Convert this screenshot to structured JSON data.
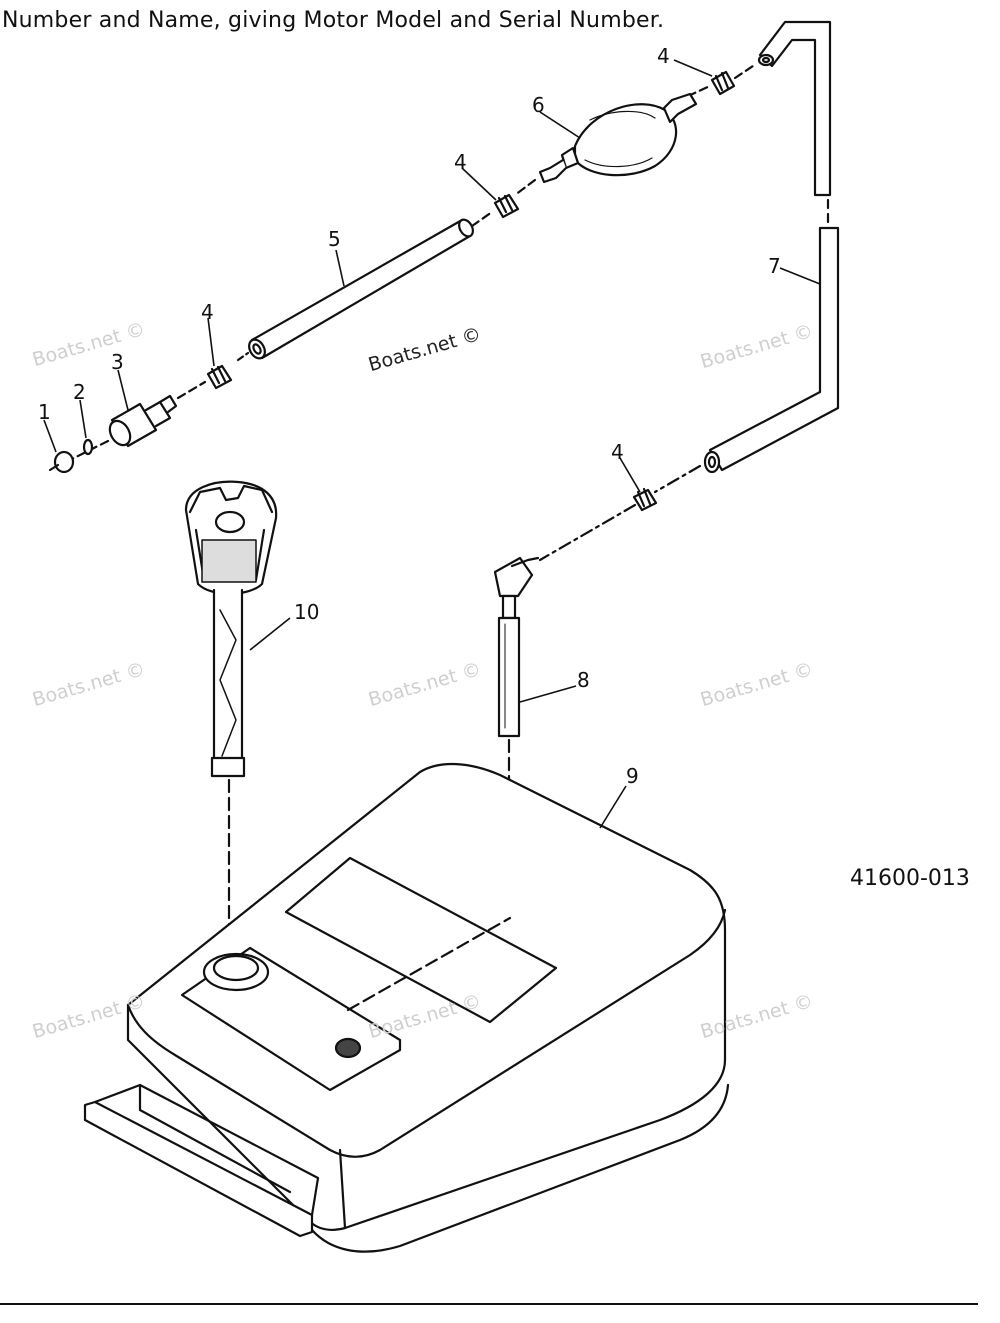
{
  "header": {
    "text": "Number and Name, giving Motor Model and Serial Number."
  },
  "figure": {
    "code": "41600-013"
  },
  "watermark": {
    "text": "Boats.net ©"
  },
  "callouts": {
    "c1": "1",
    "c2": "2",
    "c3": "3",
    "c4a": "4",
    "c4b": "4",
    "c4c": "4",
    "c4d": "4",
    "c5": "5",
    "c6": "6",
    "c7": "7",
    "c8": "8",
    "c9": "9",
    "c10": "10"
  }
}
